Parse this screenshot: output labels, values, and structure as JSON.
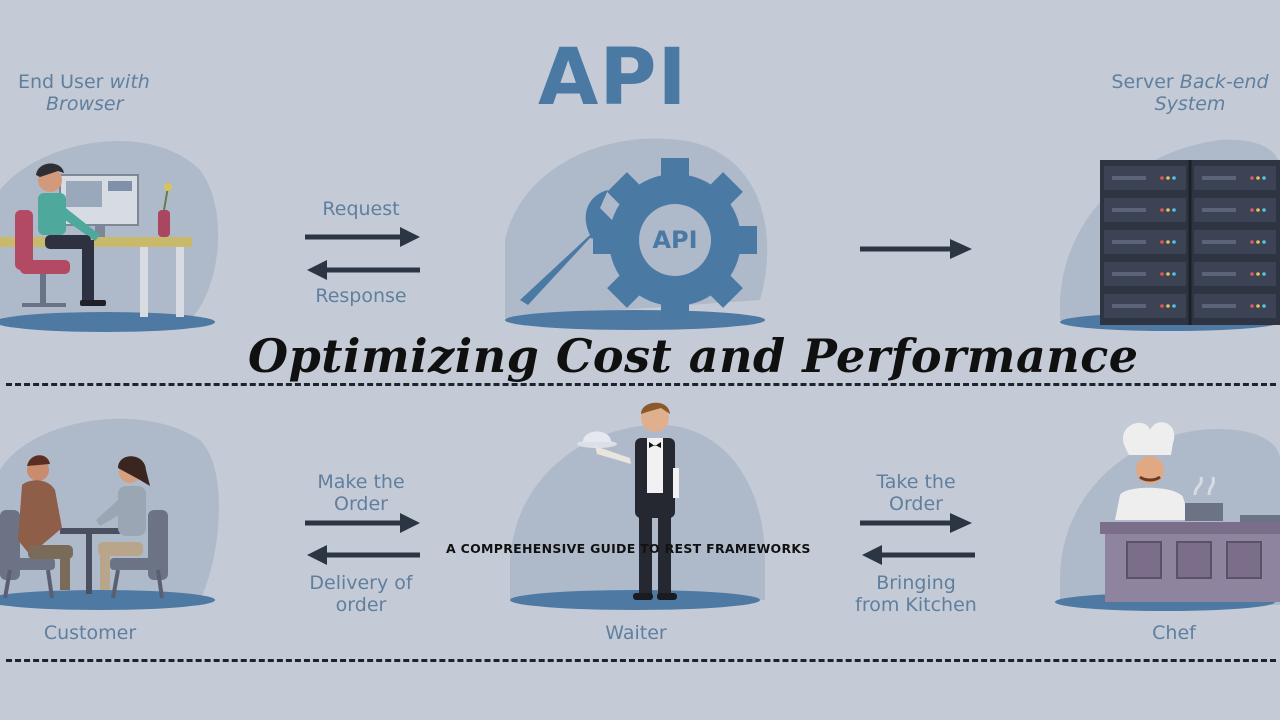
{
  "top_row": {
    "end_user_label_1": "End User",
    "end_user_label_2": "with",
    "end_user_label_3": "Browser",
    "request_label": "Request",
    "response_label": "Response",
    "api_title": "API",
    "gear_label": "API",
    "server_label_1": "Server",
    "server_label_2": "Back-end",
    "server_label_3": "System"
  },
  "headline": "Optimizing Cost and Performance",
  "subheadline": "A COMPREHENSIVE GUIDE TO REST FRAMEWORKS",
  "bottom_row": {
    "order_label_1": "Make the",
    "order_label_2": "Order",
    "delivery_label_1": "Delivery of",
    "delivery_label_2": "order",
    "take_label_1": "Take the",
    "take_label_2": "Order",
    "bringing_label_1": "Bringing",
    "bringing_label_2": "from Kitchen",
    "customer_label": "Customer",
    "waiter_label": "Waiter",
    "chef_label": "Chef"
  },
  "colors": {
    "background": "#c5cbd6",
    "blob": "#a9b6c8",
    "accent": "#4a79a4",
    "shadow": "#4d79a3",
    "arrow": "#2b3544"
  }
}
